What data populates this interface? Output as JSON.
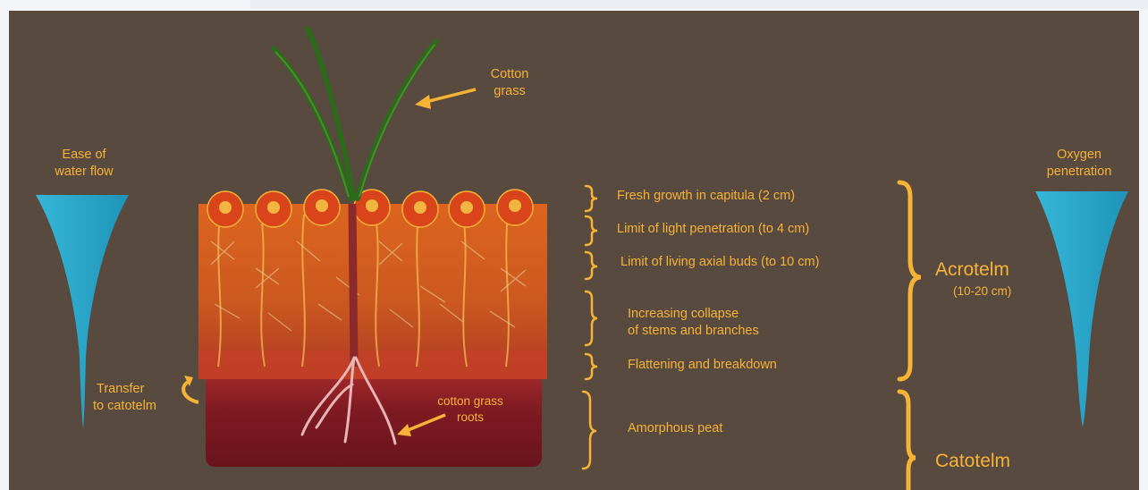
{
  "labels": {
    "cotton_grass": [
      "Cotton",
      "grass"
    ],
    "ease_of_water_flow": [
      "Ease of",
      "water flow"
    ],
    "oxygen_penetration": [
      "Oxygen",
      "penetration"
    ],
    "transfer": [
      "Transfer",
      "to catotelm"
    ],
    "roots": [
      "cotton grass",
      "roots"
    ]
  },
  "layers": {
    "fresh_growth": "Fresh growth in capitula (2 cm)",
    "light_limit": "Limit of light penetration (to 4 cm)",
    "axial_buds": "Limit of living axial buds (to 10 cm)",
    "collapse": [
      "Increasing collapse",
      "of stems and branches"
    ],
    "flattening": "Flattening and breakdown",
    "amorphous": "Amorphous peat"
  },
  "zones": {
    "acrotelm": "Acrotelm",
    "acrotelm_depth": "(10-20 cm)",
    "catotelm": "Catotelm"
  },
  "colors": {
    "background": "#594a40",
    "label": "#f6b335",
    "funnel": "#2aa6c7",
    "grass": "#2d6a1c",
    "peat": "#7e1a22"
  }
}
